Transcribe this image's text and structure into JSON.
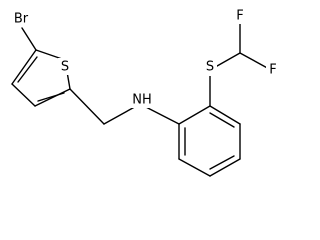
{
  "molecule": {
    "atoms": {
      "br": "Br",
      "s_thiophene": "S",
      "nh": "NH",
      "s_thioether": "S",
      "f_left": "F",
      "f_right": "F"
    },
    "colors": {
      "bond": "#000000",
      "label": "#000000",
      "background": "#ffffff"
    }
  }
}
